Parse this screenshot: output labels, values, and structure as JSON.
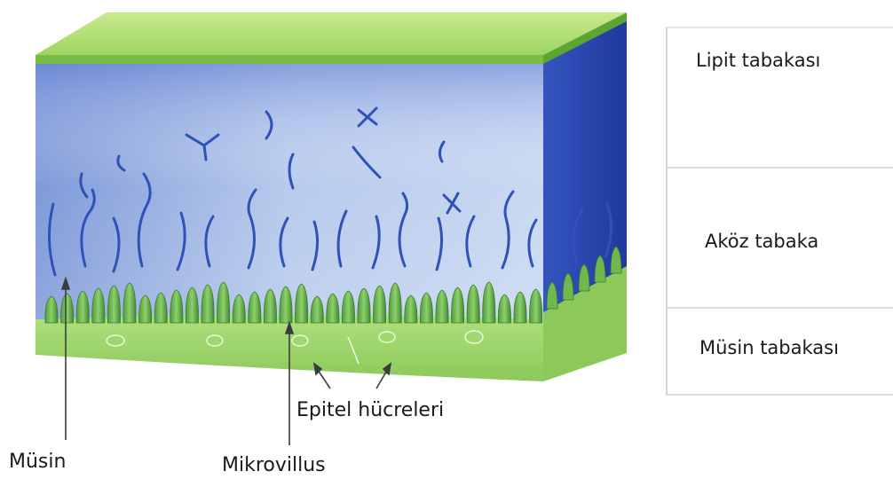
{
  "legend": {
    "lipid_layer": "Lipit tabakası",
    "aqueous_layer": "Aköz tabaka",
    "mucin_layer": "Müsin tabakası"
  },
  "labels": {
    "epithelial_cells": "Epitel hücreleri",
    "mucin": "Müsin",
    "microvillus": "Mikrovillus"
  },
  "colors": {
    "lipid_top": "#a9d86b",
    "lipid_edge": "#6fb53c",
    "aqueous_light": "#bcd0ee",
    "aqueous_dark": "#3f63c6",
    "side_dark": "#2b47b0",
    "epithelium": "#9cd66a",
    "microvilli": "#5aa84a",
    "mucin_strand": "#3a5cc0"
  }
}
